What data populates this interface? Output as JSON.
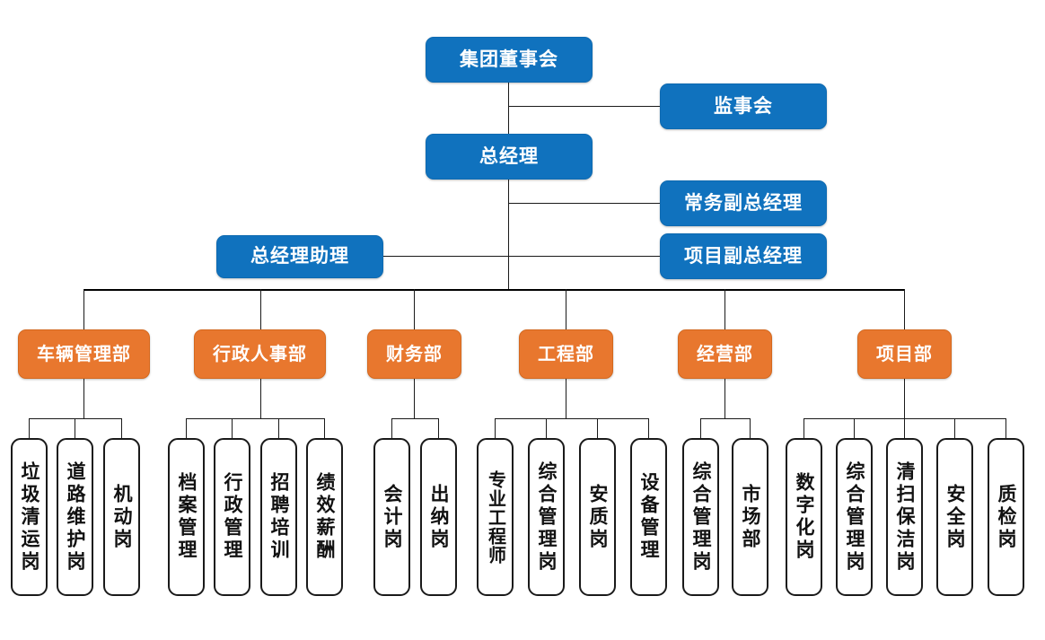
{
  "colors": {
    "blue": "#1072BE",
    "orange": "#E8772E",
    "leaf_border": "#1a1a1a",
    "connector": "#1a1a1a",
    "background": "#ffffff",
    "node_text": "#ffffff",
    "leaf_text": "#111111"
  },
  "chart_data": {
    "type": "diagram",
    "diagram_kind": "organization-chart",
    "orientation": "top-down",
    "levels": 4,
    "nodes": {
      "board": "集团董事会",
      "supervisory": "监事会",
      "general_manager": "总经理",
      "exec_vice_manager": "常务副总经理",
      "project_vice_manager": "项目副总经理",
      "manager_assistant": "总经理助理"
    },
    "departments": [
      {
        "name": "车辆管理部",
        "positions": [
          "垃圾清运岗",
          "道路维护岗",
          "机动岗"
        ]
      },
      {
        "name": "行政人事部",
        "positions": [
          "档案管理",
          "行政管理",
          "招聘培训",
          "绩效薪酬"
        ]
      },
      {
        "name": "财务部",
        "positions": [
          "会计岗",
          "出纳岗"
        ]
      },
      {
        "name": "工程部",
        "positions": [
          "专业工程师",
          "综合管理岗",
          "安质岗",
          "设备管理"
        ]
      },
      {
        "name": "经营部",
        "positions": [
          "综合管理岗",
          "市场部"
        ]
      },
      {
        "name": "项目部",
        "positions": [
          "数字化岗",
          "综合管理岗",
          "清扫保洁岗",
          "安全岗",
          "质检岗"
        ]
      }
    ],
    "edges": [
      {
        "from": "集团董事会",
        "to": "监事会"
      },
      {
        "from": "集团董事会",
        "to": "总经理"
      },
      {
        "from": "总经理",
        "to": "常务副总经理"
      },
      {
        "from": "总经理",
        "to": "项目副总经理"
      },
      {
        "from": "总经理",
        "to": "总经理助理"
      },
      {
        "from": "总经理",
        "to": "车辆管理部"
      },
      {
        "from": "总经理",
        "to": "行政人事部"
      },
      {
        "from": "总经理",
        "to": "财务部"
      },
      {
        "from": "总经理",
        "to": "工程部"
      },
      {
        "from": "总经理",
        "to": "经营部"
      },
      {
        "from": "总经理",
        "to": "项目部"
      }
    ]
  }
}
